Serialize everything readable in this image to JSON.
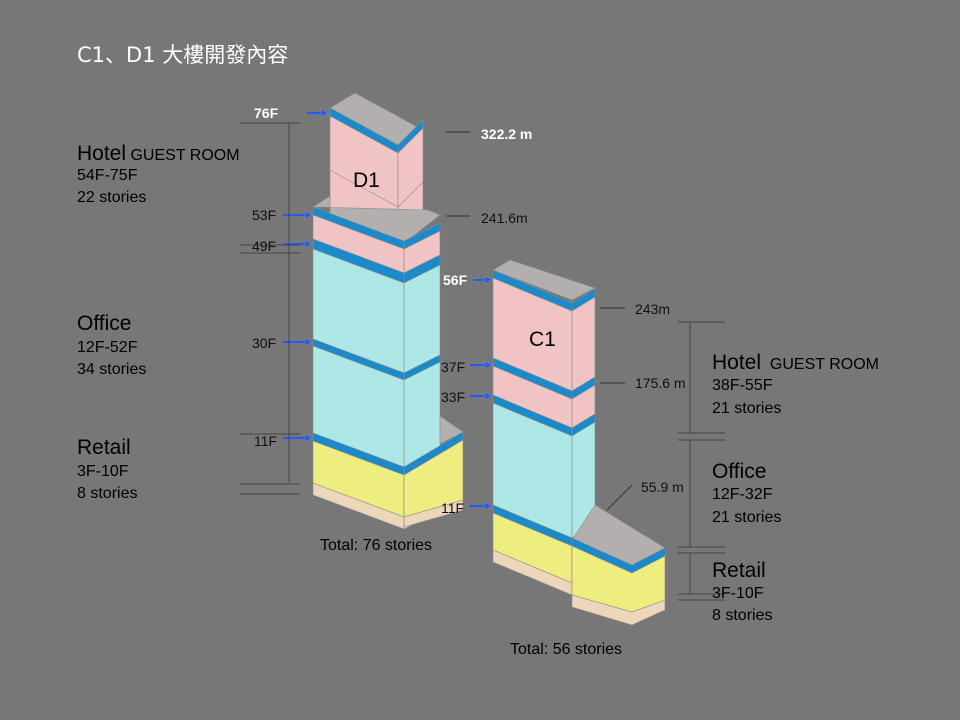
{
  "title": "C1、D1 大樓開發內容",
  "colors": {
    "hotel": "#f0c4c4",
    "office": "#aee8e6",
    "retail": "#eeee80",
    "base": "#eed6bb",
    "band": "#1a8acb",
    "roof": "#b3afaf",
    "arrow": "#1f5bff",
    "background": "#777777"
  },
  "d1": {
    "name": "D1",
    "floors": {
      "top": "76F",
      "f53": "53F",
      "f49": "49F",
      "f30": "30F",
      "f11": "11F"
    },
    "heights": {
      "top": "322.2 m",
      "mid": "241.6m"
    },
    "total": "Total: 76 stories",
    "sections": [
      {
        "name": "Hotel",
        "extra": "GUEST ROOM",
        "range": "54F-75F",
        "stories": "22 stories"
      },
      {
        "name": "Office",
        "range": "12F-52F",
        "stories": "34 stories"
      },
      {
        "name": "Retail",
        "range": "3F-10F",
        "stories": "8 stories"
      }
    ]
  },
  "c1": {
    "name": "C1",
    "floors": {
      "top": "56F",
      "f37": "37F",
      "f33": "33F",
      "f11": "11F"
    },
    "heights": {
      "top": "243m",
      "mid": "175.6 m",
      "low": "55.9 m"
    },
    "total": "Total: 56 stories",
    "sections": [
      {
        "name": "Hotel",
        "extra": "GUEST ROOM",
        "range": "38F-55F",
        "stories": "21 stories"
      },
      {
        "name": "Office",
        "range": "12F-32F",
        "stories": "21 stories"
      },
      {
        "name": "Retail",
        "range": "3F-10F",
        "stories": "8 stories"
      }
    ]
  }
}
